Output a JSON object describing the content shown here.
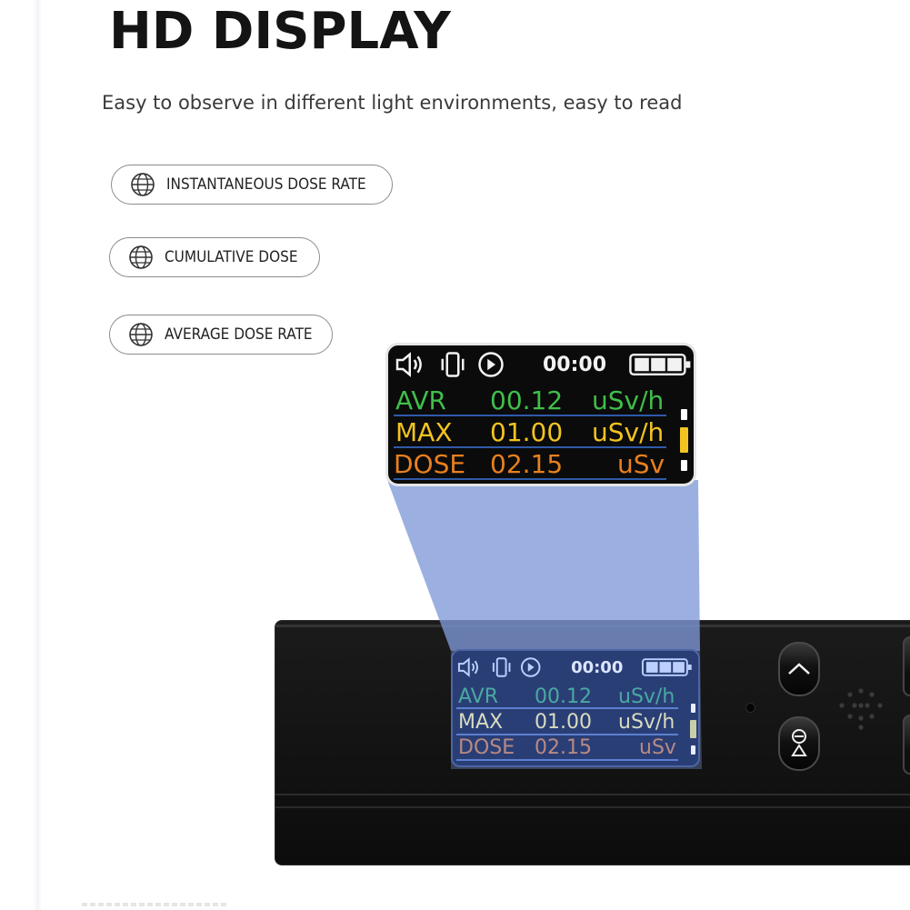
{
  "headline": "HD DISPLAY",
  "subtitle": "Easy to observe in different light environments, easy to read",
  "features": [
    {
      "label": "INSTANTANEOUS DOSE RATE",
      "icon": "globe-icon"
    },
    {
      "label": "CUMULATIVE DOSE",
      "icon": "globe-icon"
    },
    {
      "label": "AVERAGE DOSE RATE",
      "icon": "globe-icon"
    }
  ],
  "display": {
    "status_icons": [
      "speaker-icon",
      "vibration-icon",
      "play-icon",
      "battery-icon"
    ],
    "time": "00:00",
    "rows": [
      {
        "label": "AVR",
        "value": "00.12",
        "unit": "uSv/h",
        "color": "#3fbf4a"
      },
      {
        "label": "MAX",
        "value": "01.00",
        "unit": "uSv/h",
        "color": "#f2c420"
      },
      {
        "label": "DOSE",
        "value": "02.15",
        "unit": "uSv",
        "color": "#e8801f"
      }
    ],
    "level_indicator_colors": [
      "#ffffff",
      "#f2c420",
      "#ffffff"
    ]
  },
  "device": {
    "buttons": [
      "up-arrow-icon",
      "power-mode-icon"
    ]
  },
  "colors": {
    "beam": "#7f9ad8",
    "device_body": "#111111"
  }
}
